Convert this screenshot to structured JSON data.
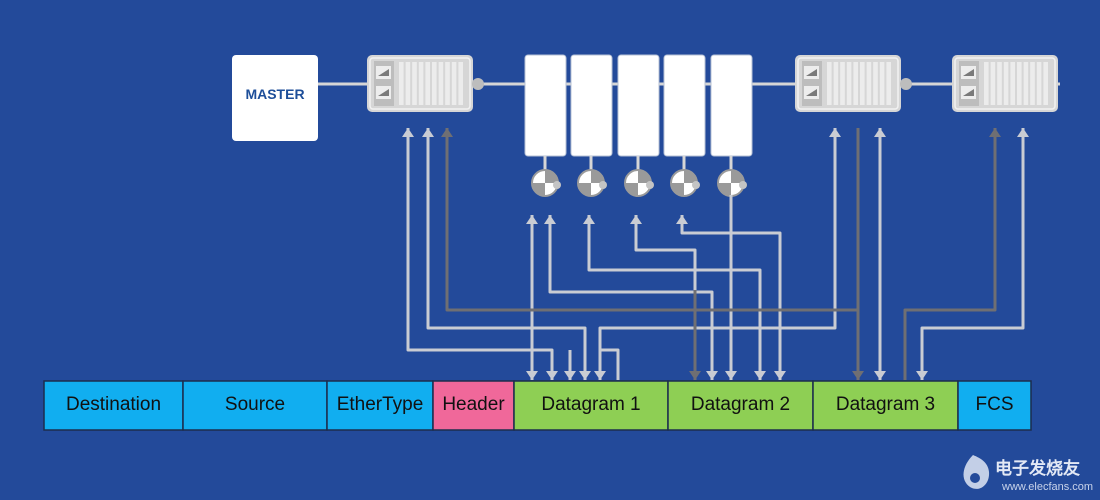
{
  "master": {
    "label": "MASTER"
  },
  "frame": {
    "fields": [
      {
        "label": "Destination",
        "color": "#11aef0"
      },
      {
        "label": "Source",
        "color": "#11aef0"
      },
      {
        "label": "EtherType",
        "color": "#11aef0"
      },
      {
        "label": "Header",
        "color": "#f0689a"
      },
      {
        "label": "Datagram 1",
        "color": "#8ecf54"
      },
      {
        "label": "Datagram 2",
        "color": "#8ecf54"
      },
      {
        "label": "Datagram 3",
        "color": "#8ecf54"
      },
      {
        "label": "FCS",
        "color": "#11aef0"
      }
    ]
  },
  "colors": {
    "background": "#234a9a",
    "node_fill": "#d6d6d6",
    "arrow_light": "#c9ccd3",
    "arrow_dark": "#6f6f73"
  },
  "icons": [
    "io-module-icon",
    "terminal-block-icon",
    "drive-motor-icon",
    "ethernet-port-icon"
  ],
  "watermark": {
    "glyph": "电子发烧友",
    "text": "www.elecfans.com"
  }
}
